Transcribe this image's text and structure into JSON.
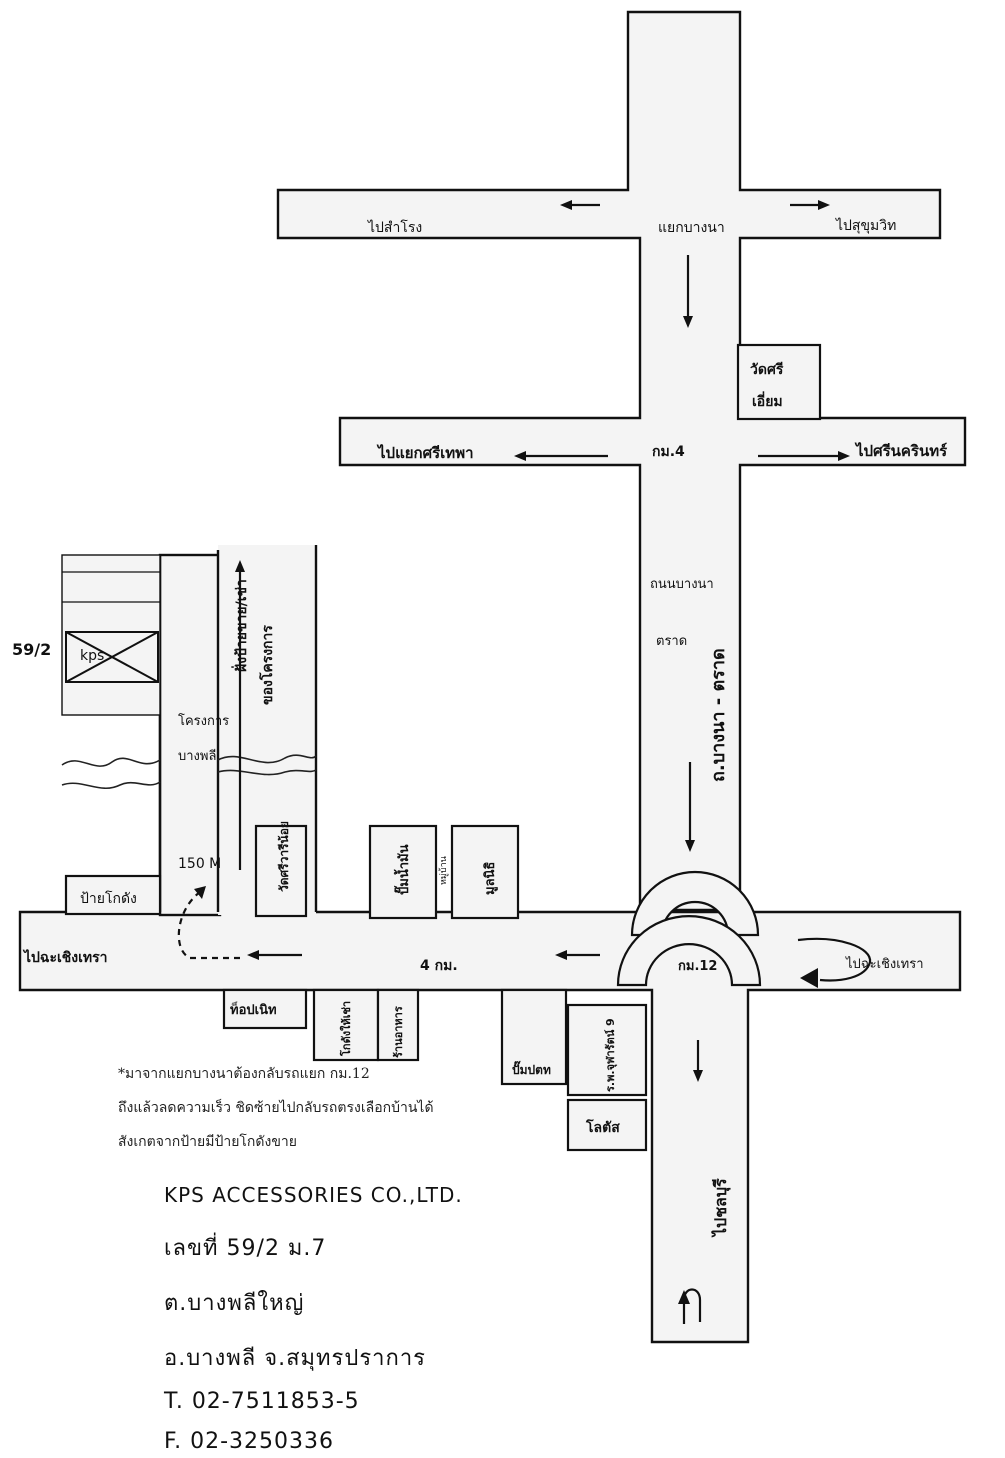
{
  "map": {
    "top_road": {
      "left_label": "ไปสำโรง",
      "junction_label": "แยกบางนา",
      "right_label": "ไปสุขุมวิท"
    },
    "temple": "วัดศรีเอี่ยม",
    "km4_road": {
      "left_label": "ไปแยกศรีเทพา",
      "junction_label": "กม.4",
      "right_label": "ไปศรีนครินทร์"
    },
    "main_road": {
      "label_line1": "ถนนบางนา",
      "label_line2": "ตราด",
      "vertical_label": "ถ.บางนา - ตราด"
    },
    "side_road": {
      "vertical_label_1": "ฝั่งป้ายขาย/เช่า",
      "vertical_label_2": "ของโครงการ",
      "project_line1": "โครงการ",
      "project_line2": "บางพลี",
      "distance": "150 M",
      "warehouse_sign": "ป้ายโกดัง"
    },
    "company": {
      "address_tag": "59/2",
      "box_label": "kps"
    },
    "lower_road": {
      "left_label": "ไปฉะเชิงเทรา",
      "distance": "4 กม.",
      "junction_label": "กม.12",
      "right_label": "ไปฉะเชิงเทรา"
    },
    "places_north": [
      "วัดศรีวารีน้อย",
      "ปั๊มน้ำมัน",
      "มูลนิธิ"
    ],
    "places_north_small": "หมู่บ้าน",
    "places_south": [
      "ท็อปเนิท",
      "โกดังให้เช่า",
      "ร้านอาหาร",
      "ปั๊มปตท",
      "ร.พ.จุฬารัตน์ 9",
      "โลตัส"
    ],
    "south_label": "ไปชลบุรี"
  },
  "note": {
    "line1": "*มาจากแยกบางนาต้องกลับรถแยก กม.12",
    "line2": "ถึงแล้วลดความเร็ว ชิดซ้ายไปกลับรถตรงเลือกบ้านได้",
    "line3": "สังเกตจากป้ายมีป้ายโกดังขาย"
  },
  "address": {
    "company": "KPS ACCESSORIES CO.,LTD.",
    "line1": "เลขที่ 59/2 ม.7",
    "line2": "ต.บางพลีใหญ่",
    "line3": "อ.บางพลี จ.สมุทรปราการ",
    "tel": "T. 02-7511853-5",
    "fax": "F. 02-3250336"
  },
  "colors": {
    "address_tag": "#8b1d3a",
    "road_fill": "#f4f4f4",
    "ink": "#111111"
  }
}
